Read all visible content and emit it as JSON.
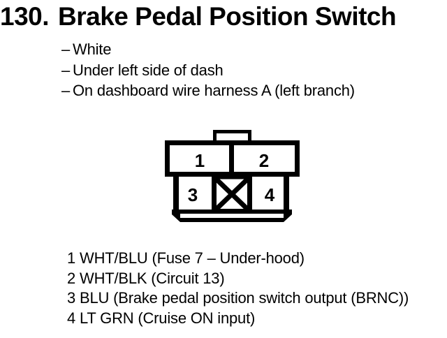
{
  "document": {
    "item_number": "130.",
    "title": "Brake Pedal Position Switch",
    "bullet_dash": "–",
    "bullets": [
      "White",
      "Under left side of dash",
      "On dashboard wire harness A (left branch)"
    ],
    "connector": {
      "pin_labels": [
        "1",
        "2",
        "3",
        "4"
      ]
    },
    "pin_descriptions": [
      {
        "pin": "1",
        "desc": "WHT/BLU (Fuse 7 – Under-hood)"
      },
      {
        "pin": "2",
        "desc": "WHT/BLK (Circuit 13)"
      },
      {
        "pin": "3",
        "desc": "BLU (Brake pedal position switch output (BRNC))"
      },
      {
        "pin": "4",
        "desc": "LT GRN (Cruise ON input)"
      }
    ],
    "colors": {
      "ink": "#000000",
      "background": "#ffffff"
    }
  }
}
